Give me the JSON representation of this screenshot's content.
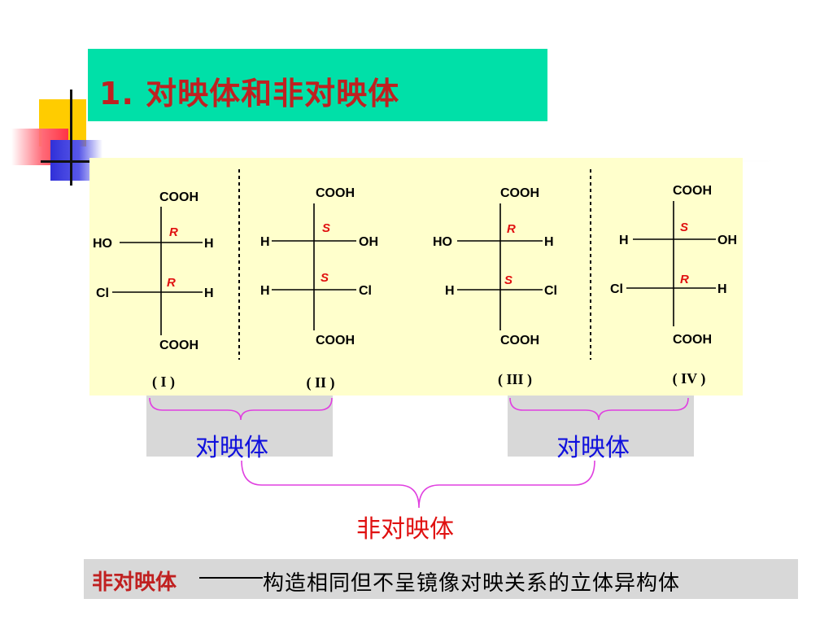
{
  "title": "1. 对映体和非对映体",
  "structures": [
    {
      "top": "COOH",
      "bottom": "COOH",
      "upper_left": "HO",
      "upper_right": "H",
      "upper_cfg": "R",
      "lower_left": "Cl",
      "lower_right": "H",
      "lower_cfg": "R",
      "label": "( I )"
    },
    {
      "top": "COOH",
      "bottom": "COOH",
      "upper_left": "H",
      "upper_right": "OH",
      "upper_cfg": "S",
      "lower_left": "H",
      "lower_right": "Cl",
      "lower_cfg": "S",
      "label": "( II )"
    },
    {
      "top": "COOH",
      "bottom": "COOH",
      "upper_left": "HO",
      "upper_right": "H",
      "upper_cfg": "R",
      "lower_left": "H",
      "lower_right": "Cl",
      "lower_cfg": "S",
      "label": "( III )"
    },
    {
      "top": "COOH",
      "bottom": "COOH",
      "upper_left": "H",
      "upper_right": "OH",
      "upper_cfg": "S",
      "lower_left": "Cl",
      "lower_right": "H",
      "lower_cfg": "R",
      "label": "( IV )"
    }
  ],
  "relations": {
    "enantiomer_left": "对映体",
    "enantiomer_right": "对映体",
    "diastereomer": "非对映体"
  },
  "definition": {
    "term": "非对映体",
    "text": "构造相同但不呈镜像对映关系的立体异构体"
  },
  "colors": {
    "title_bg": "#00e0a8",
    "title_text": "#c02020",
    "panel_bg": "#ffffcc",
    "enantiomer_text": "#1010dd",
    "diastereomer_text": "#e01010",
    "brace": "#e040e0",
    "gray_box": "#d8d8d8"
  }
}
